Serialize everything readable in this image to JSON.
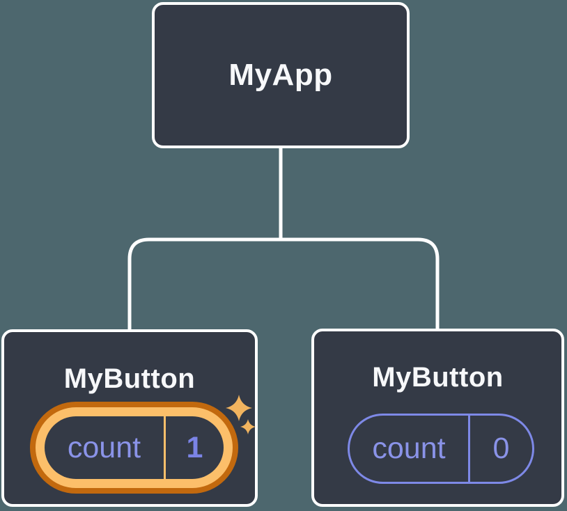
{
  "diagram": {
    "description": "React component tree showing state isolation between component instances",
    "root": {
      "label": "MyApp"
    },
    "children": [
      {
        "label": "MyButton",
        "state": {
          "key": "count",
          "value": "1"
        },
        "highlighted": true,
        "icon": "sparkles-icon"
      },
      {
        "label": "MyButton",
        "state": {
          "key": "count",
          "value": "0"
        },
        "highlighted": false
      }
    ],
    "colors": {
      "background": "#4d676e",
      "node_fill": "#343a46",
      "node_border": "#ffffff",
      "connector": "#ffffff",
      "title_text": "#f7f8fa",
      "state_text": "#8a93e8",
      "state_value_updated": "#7b84e6",
      "pill_outline": "#7e89e7",
      "highlight_ring_outer": "#c2690e",
      "highlight_ring_inner": "#fcbf6a",
      "sparkle": "#f2b45f"
    }
  }
}
